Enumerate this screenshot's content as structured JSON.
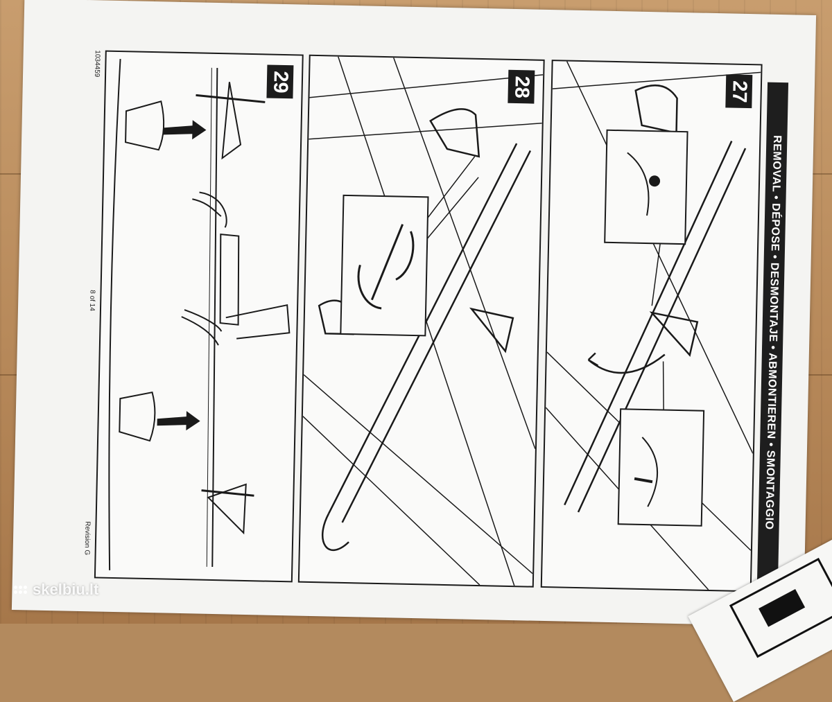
{
  "document": {
    "doc_number": "1034459",
    "page_label": "8 of 14",
    "revision": "Revision G",
    "section_title": "REMOVAL • DÉPOSE • DESMONTAJE • ABMONTIEREN • SMONTAGGIO"
  },
  "steps": [
    {
      "number": "29"
    },
    {
      "number": "28"
    },
    {
      "number": "27"
    }
  ],
  "watermark": {
    "text": "skelbiu.lt"
  }
}
